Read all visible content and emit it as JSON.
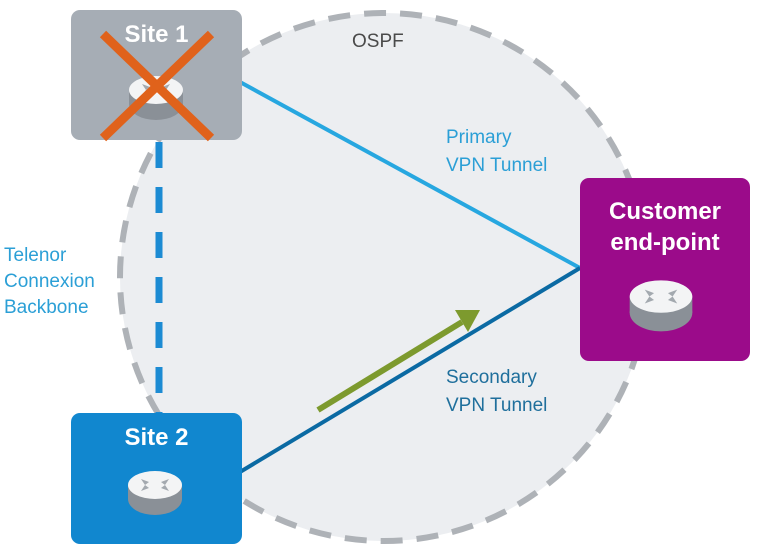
{
  "colors": {
    "site1_bg": "#a6adb5",
    "site2_bg": "#1187cf",
    "customer_bg": "#9b0b8a",
    "primary_tunnel": "#27a7e0",
    "secondary_tunnel": "#0b6aa3",
    "backbone": "#1c8bd3",
    "ospf_fill": "#eceef1",
    "ospf_border": "#aeb2b7",
    "failure_x": "#e0621b",
    "arrow": "#7d9a2e",
    "label_blue": "#2b9fd6",
    "label_dark_blue": "#1f6f9c",
    "label_gray": "#4a4a4a"
  },
  "ospf_label": "OSPF",
  "site1": {
    "title": "Site 1",
    "status": "failed",
    "icon": "router-icon"
  },
  "site2": {
    "title": "Site 2",
    "icon": "router-icon"
  },
  "customer": {
    "title_line1": "Customer",
    "title_line2": "end-point",
    "icon": "router-icon"
  },
  "primary_tunnel": {
    "line1": "Primary",
    "line2": "VPN Tunnel"
  },
  "secondary_tunnel": {
    "line1": "Secondary",
    "line2": "VPN Tunnel"
  },
  "backbone": {
    "line1": "Telenor",
    "line2": "Connexion",
    "line3": "Backbone"
  }
}
